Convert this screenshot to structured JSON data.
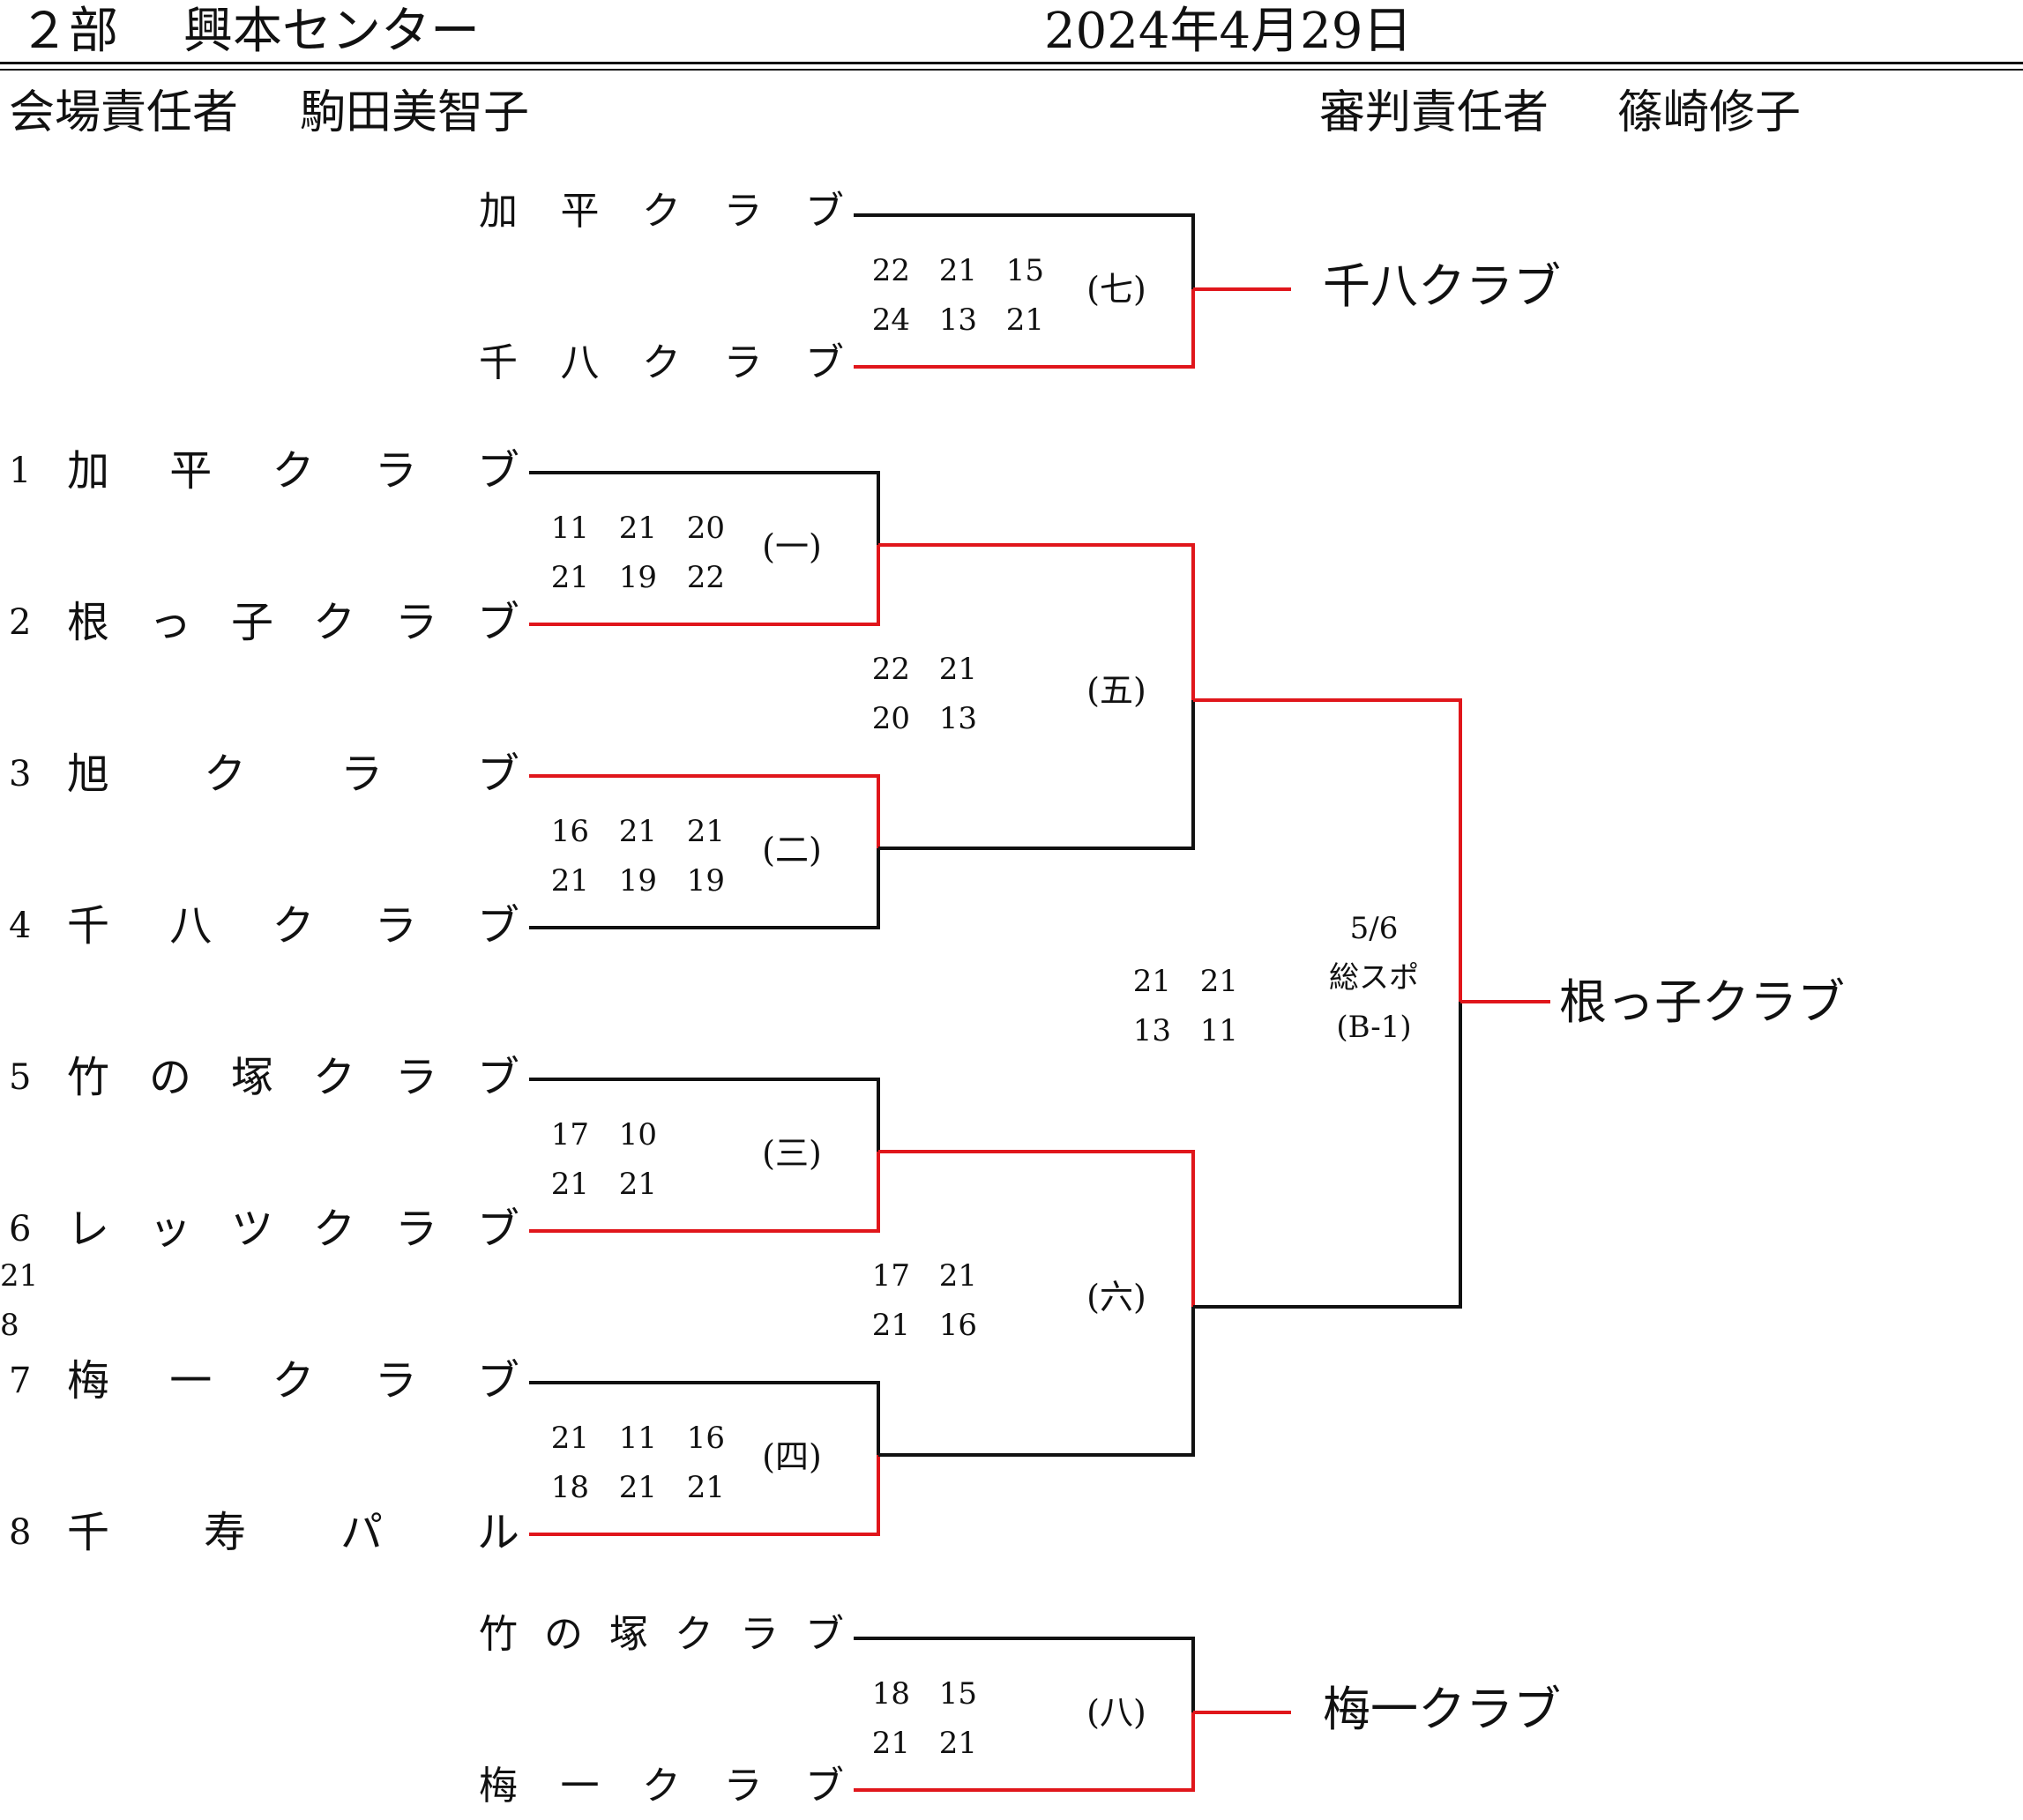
{
  "header": {
    "division": "２部",
    "venue": "興本センター",
    "date": "2024年4月29日",
    "venue_manager_label": "会場責任者",
    "venue_manager": "駒田美智子",
    "referee_manager_label": "審判責任者",
    "referee_manager": "篠崎修子"
  },
  "colors": {
    "line": "#111111",
    "winner_line": "#e0161b"
  },
  "teams": [
    {
      "seed": "1",
      "chars": [
        "加",
        "平",
        "ク",
        "ラ",
        "ブ"
      ]
    },
    {
      "seed": "2",
      "chars": [
        "根",
        "っ",
        "子",
        "ク",
        "ラ",
        "ブ"
      ]
    },
    {
      "seed": "3",
      "chars": [
        "旭",
        "ク",
        "ラ",
        "ブ"
      ]
    },
    {
      "seed": "4",
      "chars": [
        "千",
        "八",
        "ク",
        "ラ",
        "ブ"
      ]
    },
    {
      "seed": "5",
      "chars": [
        "竹",
        "の",
        "塚",
        "ク",
        "ラ",
        "ブ"
      ]
    },
    {
      "seed": "6",
      "chars": [
        "レ",
        "ッ",
        "ツ",
        "ク",
        "ラ",
        "ブ"
      ]
    },
    {
      "seed": "7",
      "chars": [
        "梅",
        "一",
        "ク",
        "ラ",
        "ブ"
      ]
    },
    {
      "seed": "8",
      "chars": [
        "千",
        "寿",
        "パ",
        "ル"
      ]
    }
  ],
  "matches": {
    "m1": {
      "label": "(一)",
      "top": [
        "11",
        "21",
        "20"
      ],
      "bottom": [
        "21",
        "19",
        "22"
      ]
    },
    "m2": {
      "label": "(二)",
      "top": [
        "16",
        "21",
        "21"
      ],
      "bottom": [
        "21",
        "19",
        "19"
      ]
    },
    "m3": {
      "label": "(三)",
      "top": [
        "17",
        "10"
      ],
      "bottom": [
        "21",
        "21"
      ]
    },
    "m4": {
      "label": "(四)",
      "top": [
        "21",
        "11",
        "16"
      ],
      "bottom": [
        "18",
        "21",
        "21"
      ]
    },
    "m5": {
      "label": "(五)",
      "top": [
        "22",
        "21"
      ],
      "bottom": [
        "20",
        "13"
      ]
    },
    "m6": {
      "label": "(六)",
      "top": [
        "17",
        "21",
        "21"
      ],
      "bottom": [
        "21",
        "16",
        "8"
      ]
    },
    "m7": {
      "label": "(七)",
      "top": [
        "22",
        "21",
        "15"
      ],
      "bottom": [
        "24",
        "13",
        "21"
      ],
      "team_top": [
        "加",
        "平",
        "ク",
        "ラ",
        "ブ"
      ],
      "team_bottom": [
        "千",
        "八",
        "ク",
        "ラ",
        "ブ"
      ],
      "winner": "千八クラブ"
    },
    "m8": {
      "label": "(八)",
      "top": [
        "18",
        "15"
      ],
      "bottom": [
        "21",
        "21"
      ],
      "team_top": [
        "竹",
        "の",
        "塚",
        "ク",
        "ラ",
        "ブ"
      ],
      "team_bottom": [
        "梅",
        "一",
        "ク",
        "ラ",
        "ブ"
      ],
      "winner": "梅一クラブ"
    },
    "final": {
      "top": [
        "21",
        "21"
      ],
      "bottom": [
        "13",
        "11"
      ],
      "date": "5/6",
      "place": "総スポ",
      "court": "(B-1)",
      "winner": "根っ子クラブ"
    }
  }
}
